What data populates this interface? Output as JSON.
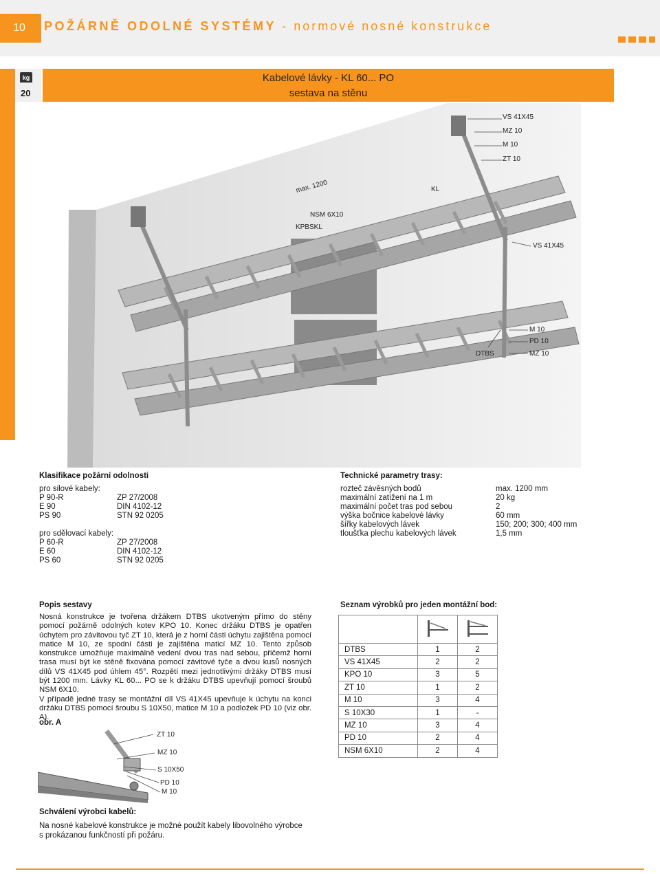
{
  "header": {
    "page_number": "10",
    "title_main": "POŽÁRNĚ ODOLNÉ SYSTÉMY",
    "title_sub": "- normové nosné konstrukce"
  },
  "sheet": {
    "kg_icon": "kg",
    "number": "20",
    "title_line1": "Kabelové lávky - KL 60... PO",
    "title_line2": "sestava na stěnu"
  },
  "figure_labels": {
    "vs1": "VS 41X45",
    "mz1": "MZ 10",
    "m1": "M 10",
    "zt1": "ZT 10",
    "max": "max. 1200",
    "kl": "KL",
    "nsm": "NSM 6X10",
    "kpbskl": "KPBSKL",
    "vs2": "VS 41X45",
    "m2": "M 10",
    "pd": "PD 10",
    "dtbs": "DTBS",
    "mz2": "MZ 10"
  },
  "classification": {
    "heading": "Klasifikace požární odolnosti",
    "power_title": "pro silové kabely:",
    "power_rows": [
      {
        "k": "P 90-R",
        "v": "ZP 27/2008"
      },
      {
        "k": "E 90",
        "v": "DIN 4102-12"
      },
      {
        "k": "PS 90",
        "v": "STN 92 0205"
      }
    ],
    "signal_title": "pro sdělovací kabely:",
    "signal_rows": [
      {
        "k": "P 60-R",
        "v": "ZP 27/2008"
      },
      {
        "k": "E 60",
        "v": "DIN 4102-12"
      },
      {
        "k": "PS 60",
        "v": "STN 92 0205"
      }
    ]
  },
  "tech": {
    "heading": "Technické parametry trasy:",
    "rows": [
      {
        "k": "rozteč závěsných bodů",
        "v": "max. 1200 mm"
      },
      {
        "k": "maximální zatížení na 1 m",
        "v": "20 kg"
      },
      {
        "k": "maximální počet tras pod sebou",
        "v": "2"
      },
      {
        "k": "výška bočnice kabelové lávky",
        "v": "60 mm"
      },
      {
        "k": "šířky kabelových lávek",
        "v": "150; 200; 300; 400 mm"
      },
      {
        "k": "tloušťka plechu kabelových lávek",
        "v": "1,5 mm"
      }
    ]
  },
  "description": {
    "heading": "Popis sestavy",
    "text": "Nosná konstrukce je tvořena držákem DTBS ukotveným přímo do stěny pomocí požárně odolných kotev KPO 10. Konec držáku DTBS je opatřen úchytem pro závitovou tyč ZT 10, která je z horní části úchytu zajištěna pomocí matice M 10, ze spodní části je zajištěna maticí MZ 10. Tento způsob konstrukce umožňuje maximálně vedení dvou tras nad sebou, přičemž horní trasa musí být ke stěně fixována pomocí závitové tyče a dvou kusů nosných dílů VS 41X45 pod úhlem 45°. Rozpětí mezi jednotlivými držáky DTBS musí být 1200 mm. Lávky KL 60... PO se k držáku DTBS upevňují pomocí šroubů NSM 6X10.",
    "text2": "V případě jedné trasy se montážní díl VS 41X45 upevňuje k úchytu na konci držáku DTBS pomocí šroubu S 10X50, matice M 10 a podložek PD 10 (viz obr. A)."
  },
  "detail": {
    "caption": "obr. A",
    "labels": {
      "zt": "ZT 10",
      "mz": "MZ 10",
      "s": "S 10X50",
      "pd": "PD 10",
      "m": "M 10"
    }
  },
  "products": {
    "heading": "Seznam výrobků pro jeden montážní bod:",
    "rows": [
      {
        "name": "DTBS",
        "a": "1",
        "b": "2"
      },
      {
        "name": "VS 41X45",
        "a": "2",
        "b": "2"
      },
      {
        "name": "KPO 10",
        "a": "3",
        "b": "5"
      },
      {
        "name": "ZT 10",
        "a": "1",
        "b": "2"
      },
      {
        "name": "M 10",
        "a": "3",
        "b": "4"
      },
      {
        "name": "S 10X30",
        "a": "1",
        "b": "-"
      },
      {
        "name": "MZ 10",
        "a": "3",
        "b": "4"
      },
      {
        "name": "PD 10",
        "a": "2",
        "b": "4"
      },
      {
        "name": "NSM 6X10",
        "a": "2",
        "b": "4"
      }
    ]
  },
  "approval": {
    "heading": "Schválení výrobci kabelů:",
    "line1": "Na nosné kabelové konstrukce je možné použít kabely libovolného výrobce",
    "line2": "s prokázanou funkčností při požáru."
  },
  "colors": {
    "accent": "#f7941d",
    "band": "#f0f0f0"
  }
}
